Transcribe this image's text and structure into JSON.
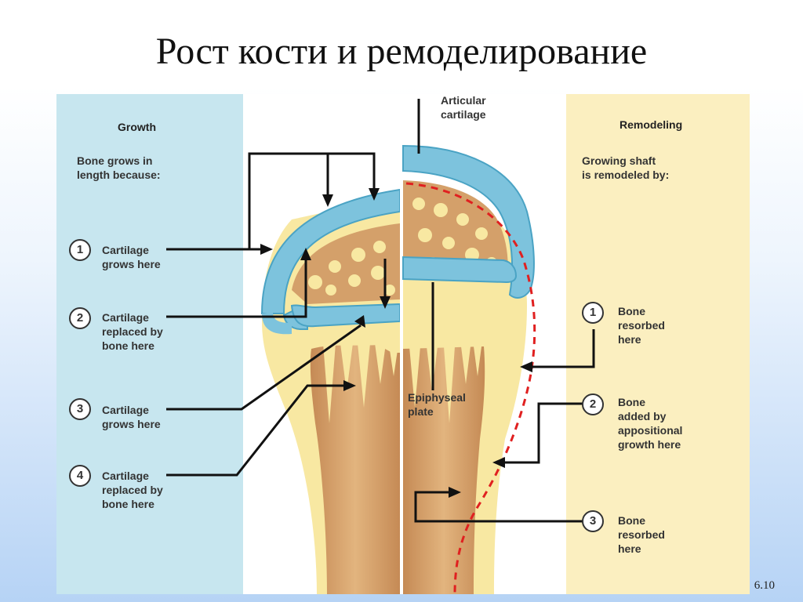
{
  "title": "Рост кости и ремоделирование",
  "slide_number": "6.10",
  "growth": {
    "heading": "Growth",
    "intro": [
      "Bone grows in",
      "length because:"
    ],
    "items": [
      {
        "num": "1",
        "lines": [
          "Cartilage",
          "grows here"
        ]
      },
      {
        "num": "2",
        "lines": [
          "Cartilage",
          "replaced by",
          "bone here"
        ]
      },
      {
        "num": "3",
        "lines": [
          "Cartilage",
          "grows here"
        ]
      },
      {
        "num": "4",
        "lines": [
          "Cartilage",
          "replaced by",
          "bone here"
        ]
      }
    ]
  },
  "remodeling": {
    "heading": "Remodeling",
    "intro": [
      "Growing shaft",
      "is remodeled by:"
    ],
    "items": [
      {
        "num": "1",
        "lines": [
          "Bone",
          "resorbed",
          "here"
        ]
      },
      {
        "num": "2",
        "lines": [
          "Bone",
          "added by",
          "appositional",
          "growth here"
        ]
      },
      {
        "num": "3",
        "lines": [
          "Bone",
          "resorbed",
          "here"
        ]
      }
    ]
  },
  "labels": {
    "articular": [
      "Articular",
      "cartilage"
    ],
    "epiphyseal": [
      "Epiphyseal",
      "plate"
    ]
  },
  "colors": {
    "growth_panel": "#c7e6ef",
    "remodeling_panel": "#fbefc0",
    "cartilage": "#7dc3dd",
    "bone_yellow": "#f8e8a2",
    "spongy_bone": "#d4a06a",
    "resorption_line": "#e02020"
  }
}
